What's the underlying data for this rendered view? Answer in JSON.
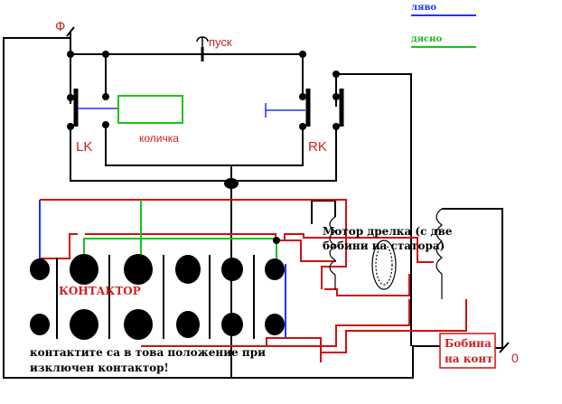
{
  "labels": {
    "phase": "Ф",
    "start": "пуск",
    "trolley": "количка",
    "lk": "LK",
    "rk": "RK",
    "legend_left": "ляво",
    "legend_right": "дясно",
    "contactor": "КОНТАКТОР",
    "motor_line1": "Мотор дрелка (с две",
    "motor_line2": "бобини на статора)",
    "note_line1": "контактите са в това положение при",
    "note_line2": "изключен контактор!",
    "coil_line1": "Бобина",
    "coil_line2": "на конт",
    "neutral": "0"
  },
  "colors": {
    "wire_black": "#000000",
    "wire_red": "#d01010",
    "wire_blue": "#1a35ff",
    "wire_green": "#19c419",
    "label_red": "#d02020"
  }
}
